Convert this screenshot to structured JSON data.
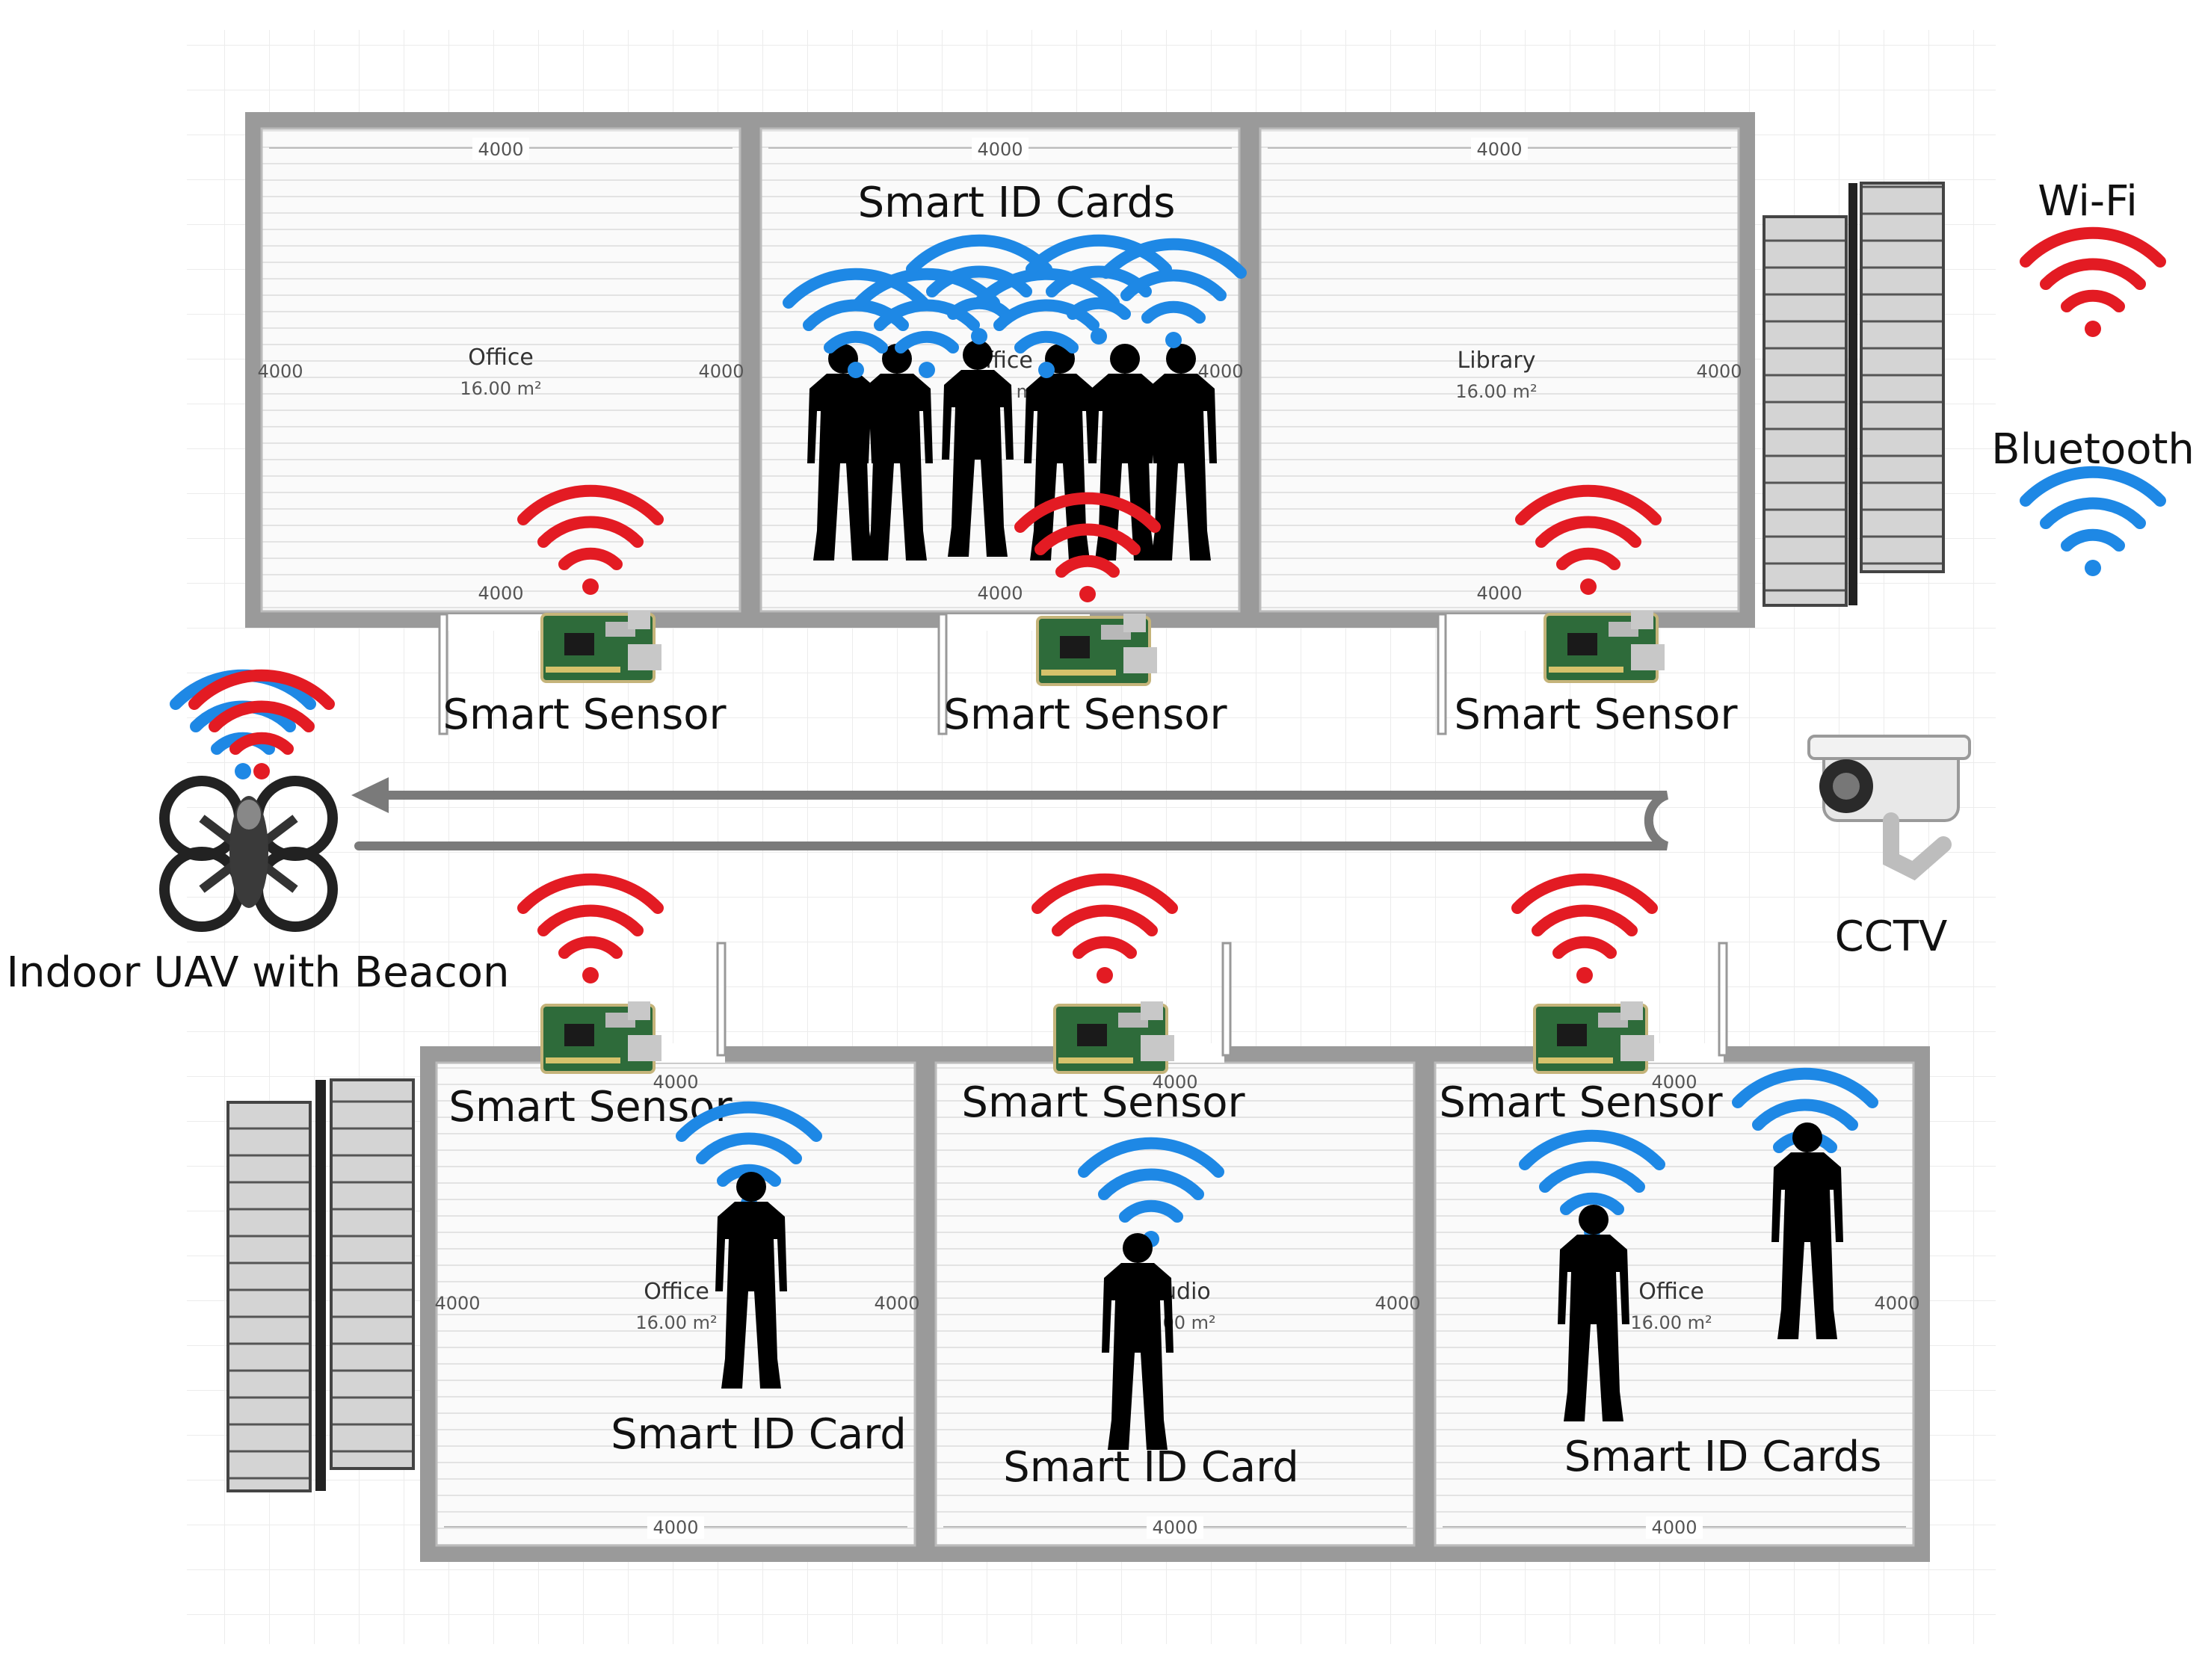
{
  "legend": {
    "wifi_label": "Wi-Fi",
    "bluetooth_label": "Bluetooth"
  },
  "colors": {
    "wifi": "#e31b23",
    "bluetooth": "#1e88e5",
    "wall": "#9a9a9a",
    "route": "#7a7a7a"
  },
  "dimension": "4000",
  "rooms_top": [
    {
      "name": "Office",
      "area": "16.00 m²"
    },
    {
      "name": "Office",
      "area": "16.00 m²"
    },
    {
      "name": "Library",
      "area": "16.00 m²"
    }
  ],
  "rooms_bottom": [
    {
      "name": "Office",
      "area": "16.00 m²"
    },
    {
      "name": "Studio",
      "area": "16.00 m²"
    },
    {
      "name": "Office",
      "area": "16.00 m²"
    }
  ],
  "labels": {
    "smart_id_cards_top": "Smart ID Cards",
    "smart_sensor": "Smart Sensor",
    "uav": "Indoor UAV with Beacon",
    "cctv": "CCTV",
    "smart_id_card": "Smart ID Card",
    "smart_id_cards_bottom": "Smart ID Cards"
  },
  "icons": [
    "wifi-icon",
    "bluetooth-icon",
    "person-icon",
    "sensor-board-icon",
    "drone-icon",
    "cctv-camera-icon",
    "staircase-icon"
  ]
}
